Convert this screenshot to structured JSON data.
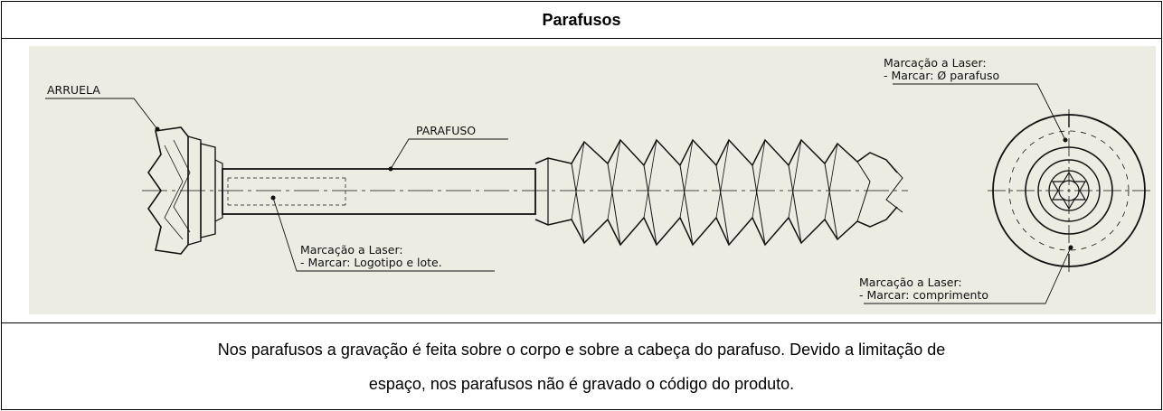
{
  "header": {
    "title": "Parafusos"
  },
  "drawing": {
    "washer_label": "ARRUELA",
    "screw_label": "PARAFUSO",
    "body_marking": {
      "title": "Marcação a Laser:",
      "instruction": "- Marcar: Logotipo e lote."
    },
    "head_top_marking": {
      "title": "Marcação a Laser:",
      "instruction": "- Marcar: Ø parafuso"
    },
    "head_bottom_marking": {
      "title": "Marcação a Laser:",
      "instruction": "- Marcar: comprimento"
    }
  },
  "caption": {
    "line1": "Nos parafusos a gravação é feita sobre o corpo e sobre a cabeça do parafuso. Devido a limitação de",
    "line2": "espaço, nos parafusos não é gravado o código do produto."
  },
  "colors": {
    "background": "#ecece3",
    "ink": "#111111"
  }
}
